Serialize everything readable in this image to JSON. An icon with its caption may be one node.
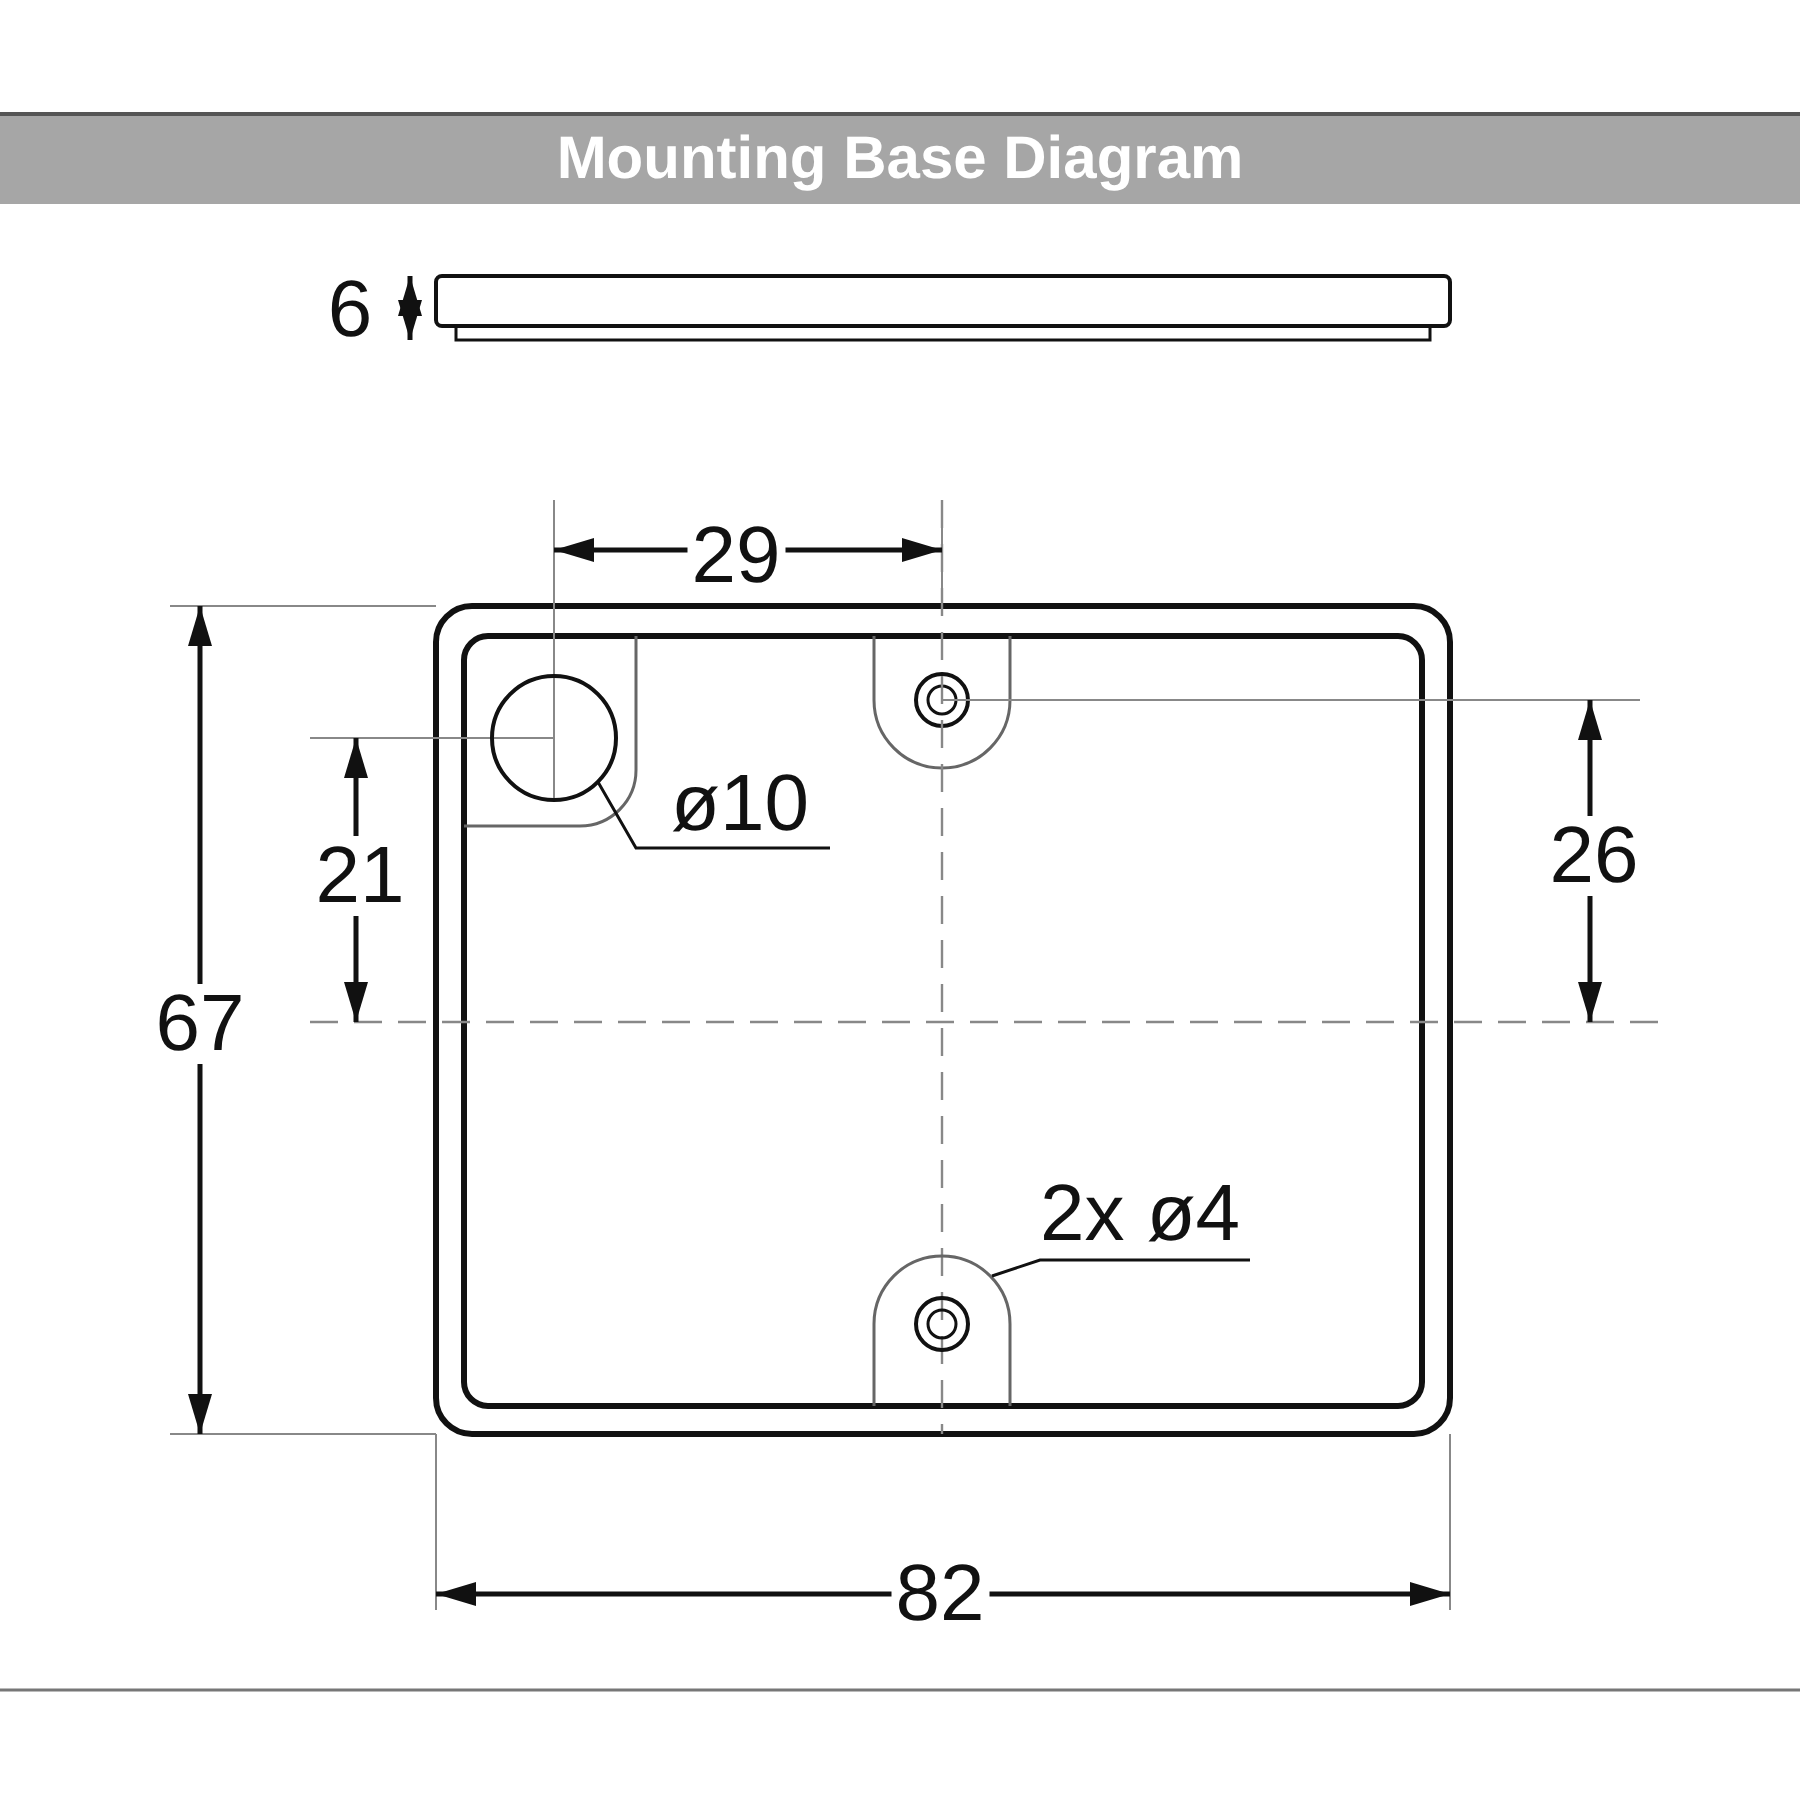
{
  "diagram": {
    "title": "Mounting Base Diagram",
    "nodes": [
      {
        "text": [
          "ø10"
        ]
      },
      {
        "text": [],
        "shape": "circle"
      },
      {
        "text": [
          "2x ø4"
        ]
      },
      {
        "text": [],
        "shape": "circle"
      }
    ],
    "edges": [
      {
        "from": 0,
        "to": 1,
        "arrow": "none"
      },
      {
        "from": 2,
        "to": 3,
        "arrow": "none"
      }
    ],
    "labels": [
      "6",
      "29",
      "21",
      "26",
      "67",
      "82"
    ]
  }
}
